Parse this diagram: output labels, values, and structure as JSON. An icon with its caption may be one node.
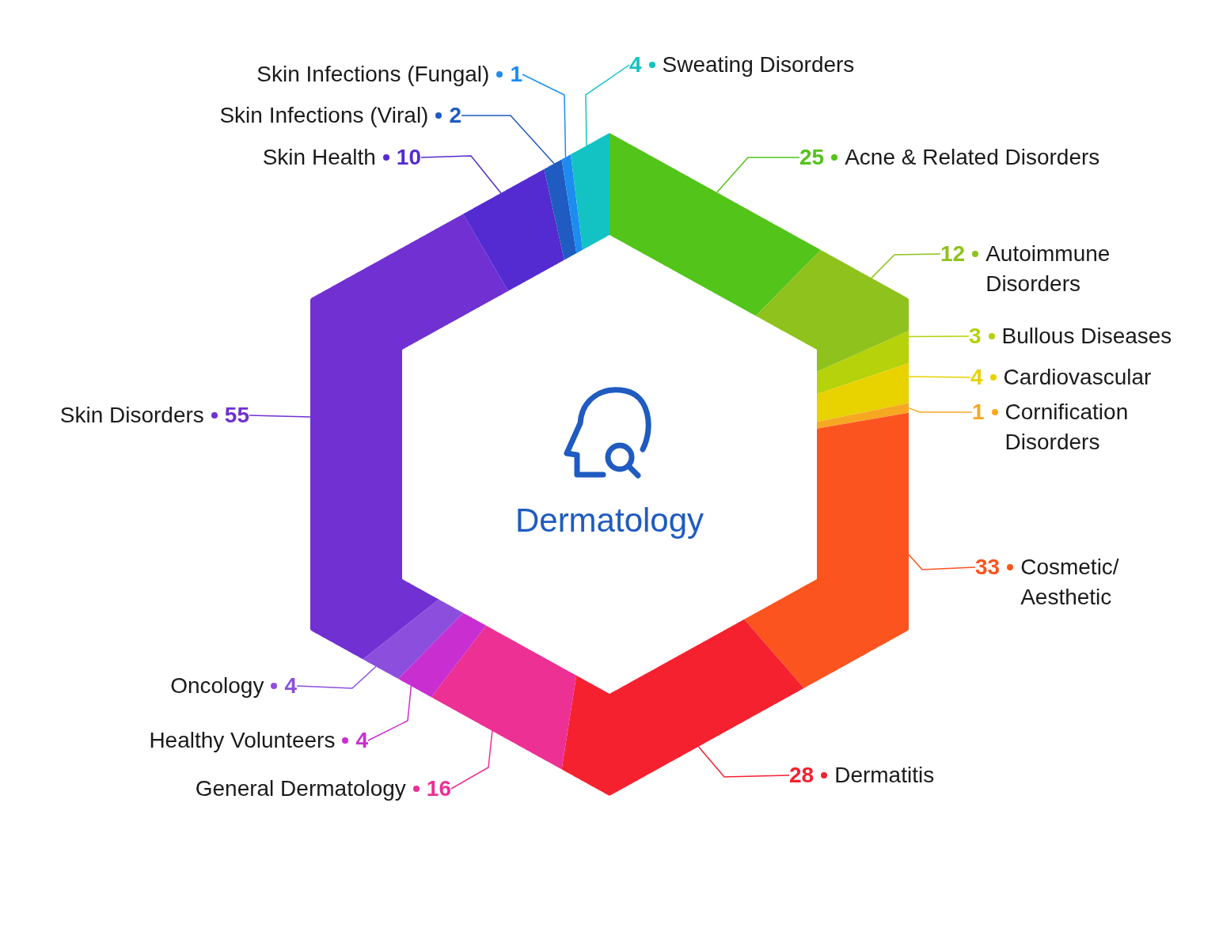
{
  "diagram": {
    "title": "Dermatology",
    "nodes": [
      {
        "text": [],
        "shape": "segment"
      },
      {
        "text": [],
        "shape": "segment"
      },
      {
        "text": [],
        "shape": "segment"
      },
      {
        "text": [],
        "shape": "segment"
      },
      {
        "text": [],
        "shape": "segment"
      },
      {
        "text": [],
        "shape": "segment"
      },
      {
        "text": [],
        "shape": "segment"
      },
      {
        "text": [],
        "shape": "segment"
      },
      {
        "text": [],
        "shape": "segment"
      },
      {
        "text": [],
        "shape": "segment"
      },
      {
        "text": [],
        "shape": "segment"
      },
      {
        "text": [],
        "shape": "segment"
      },
      {
        "text": [],
        "shape": "segment"
      },
      {
        "text": [],
        "shape": "segment"
      },
      {
        "text": [],
        "shape": "segment"
      },
      {
        "text": [
          "25",
          "Acne & Related Disorders"
        ]
      },
      {
        "text": [
          "12",
          "Autoimmune Disorders"
        ]
      },
      {
        "text": [
          "3",
          "Bullous Diseases"
        ]
      },
      {
        "text": [
          "4",
          "Cardiovascular"
        ]
      },
      {
        "text": [
          "1",
          "Cornification Disorders"
        ]
      },
      {
        "text": [
          "33",
          "Cosmetic/ Aesthetic"
        ]
      },
      {
        "text": [
          "28",
          "Dermatitis"
        ]
      },
      {
        "text": [
          "General Dermatology",
          "16"
        ]
      },
      {
        "text": [
          "Healthy Volunteers",
          "4"
        ]
      },
      {
        "text": [
          "Oncology",
          "4"
        ]
      },
      {
        "text": [
          "Skin Disorders",
          "55"
        ]
      },
      {
        "text": [
          "Skin Health",
          "10"
        ]
      },
      {
        "text": [
          "Skin Infections (Viral)",
          "2"
        ]
      },
      {
        "text": [
          "Skin Infections (Fungal)",
          "1"
        ]
      },
      {
        "text": [
          "4",
          "Sweating Disorders"
        ]
      }
    ],
    "edges": [
      {
        "from": 15,
        "to": 0,
        "arrow": "none",
        "color": "#52c41a"
      },
      {
        "from": 16,
        "to": 1,
        "arrow": "none",
        "color": "#8fc21d"
      },
      {
        "from": 17,
        "to": 2,
        "arrow": "none",
        "color": "#b5d20a"
      },
      {
        "from": 18,
        "to": 3,
        "arrow": "none",
        "color": "#e8d200"
      },
      {
        "from": 19,
        "to": 4,
        "arrow": "none",
        "color": "#f7a823"
      },
      {
        "from": 20,
        "to": 5,
        "arrow": "none",
        "color": "#fb541f"
      },
      {
        "from": 21,
        "to": 6,
        "arrow": "none",
        "color": "#f5212f"
      },
      {
        "from": 22,
        "to": 7,
        "arrow": "none",
        "color": "#ec3094"
      },
      {
        "from": 23,
        "to": 8,
        "arrow": "none",
        "color": "#c92ed1"
      },
      {
        "from": 24,
        "to": 9,
        "arrow": "none",
        "color": "#8c4fdd"
      },
      {
        "from": 25,
        "to": 10,
        "arrow": "none",
        "color": "#7030d2"
      },
      {
        "from": 26,
        "to": 11,
        "arrow": "none",
        "color": "#542bd0"
      },
      {
        "from": 27,
        "to": 12,
        "arrow": "none",
        "color": "#1f5bc0"
      },
      {
        "from": 28,
        "to": 13,
        "arrow": "none",
        "color": "#1c8cf0"
      },
      {
        "from": 29,
        "to": 14,
        "arrow": "none",
        "color": "#13c3c3"
      }
    ]
  }
}
